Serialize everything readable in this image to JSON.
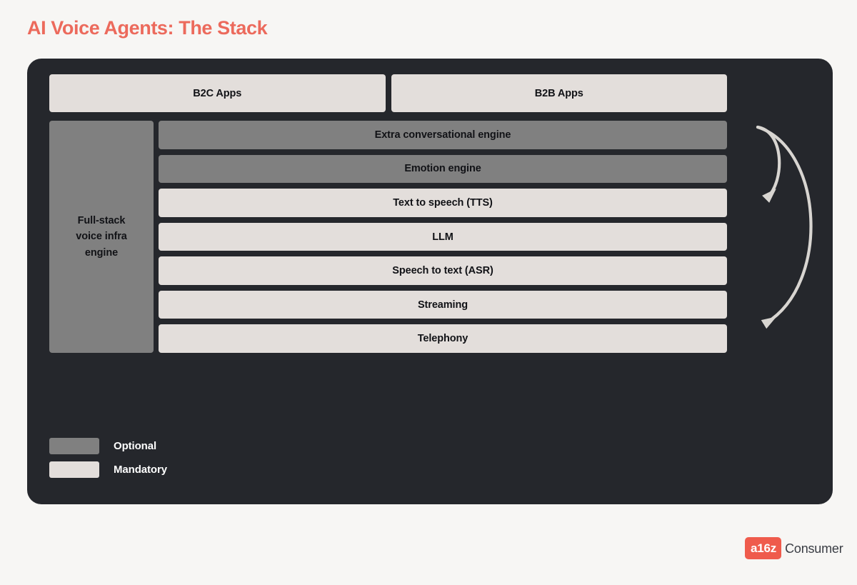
{
  "title": "AI Voice Agents: The Stack",
  "colors": {
    "page_background": "#f7f6f4",
    "panel_background": "#25272c",
    "title_accent": "#ec6a5c",
    "optional": "#808080",
    "mandatory": "#e3dedb",
    "arrow": "#d8d5d1",
    "logo_red": "#ef5b4c"
  },
  "apps": [
    {
      "label": "B2C Apps"
    },
    {
      "label": "B2B Apps"
    }
  ],
  "infra": {
    "label": "Full-stack\nvoice infra\nengine",
    "line1": "Full-stack",
    "line2": "voice infra",
    "line3": "engine",
    "type": "optional"
  },
  "layers": [
    {
      "label": "Extra conversational engine",
      "type": "optional"
    },
    {
      "label": "Emotion engine",
      "type": "optional"
    },
    {
      "label": "Text to speech (TTS)",
      "type": "mandatory"
    },
    {
      "label": "LLM",
      "type": "mandatory"
    },
    {
      "label": "Speech to text (ASR)",
      "type": "mandatory"
    },
    {
      "label": "Streaming",
      "type": "mandatory"
    },
    {
      "label": "Telephony",
      "type": "mandatory"
    }
  ],
  "arrows": [
    {
      "name": "b2b-to-extra-conversational-engine",
      "from": "B2B Apps",
      "to": "Extra conversational engine"
    },
    {
      "name": "b2b-to-llm",
      "from": "B2B Apps",
      "to": "LLM"
    }
  ],
  "legend": [
    {
      "label": "Optional",
      "type": "optional"
    },
    {
      "label": "Mandatory",
      "type": "mandatory"
    }
  ],
  "logo": {
    "mark": "a16z",
    "word": "Consumer"
  }
}
